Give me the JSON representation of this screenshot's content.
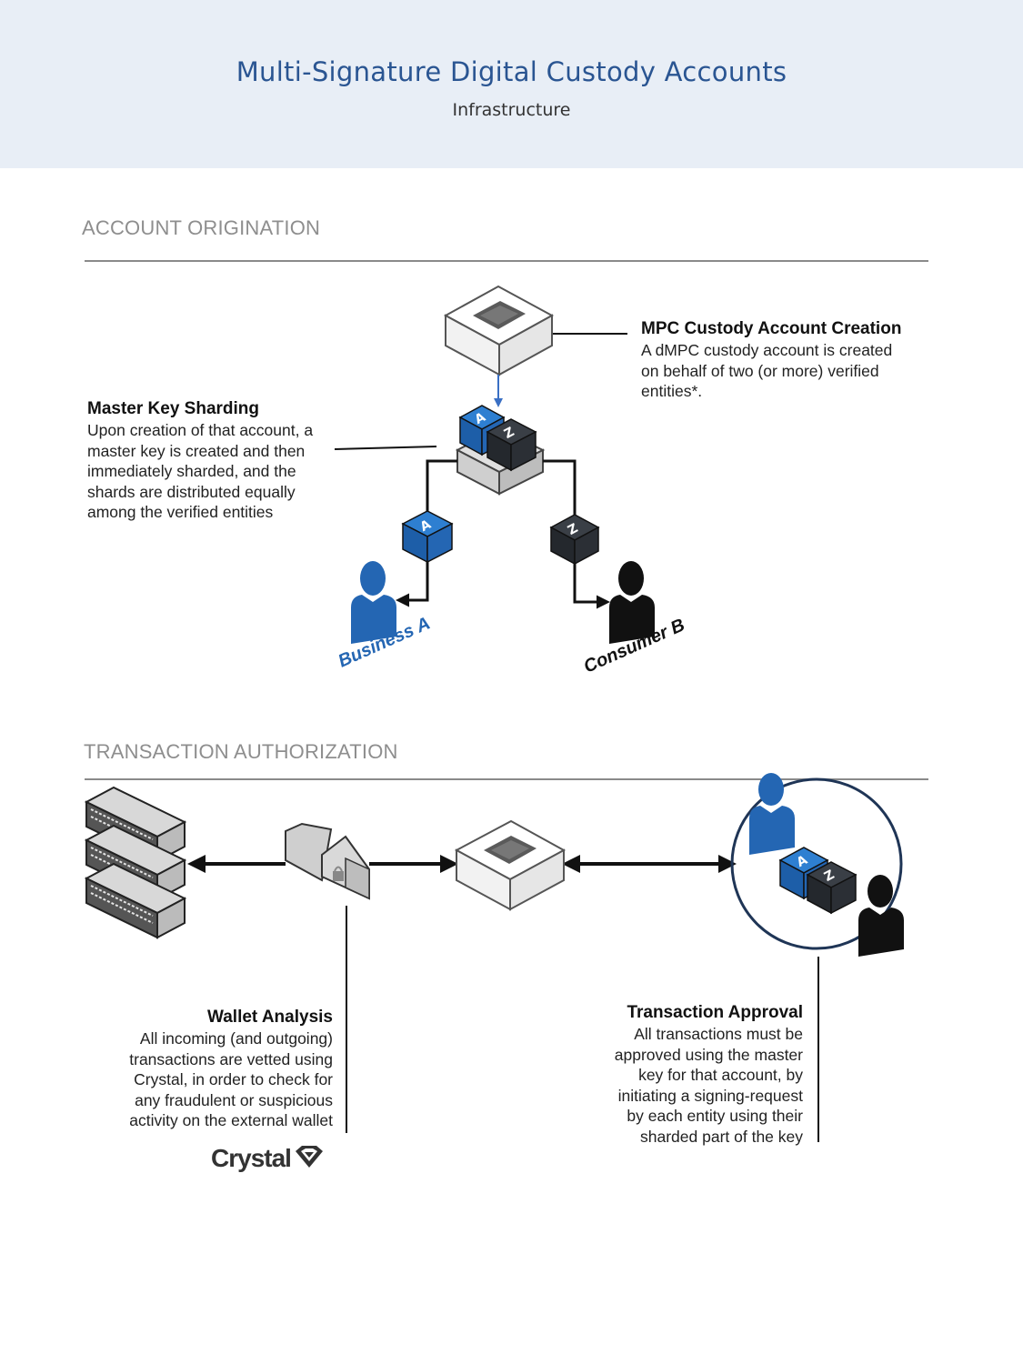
{
  "header": {
    "title": "Multi-Signature Digital Custody Accounts",
    "subtitle": "Infrastructure"
  },
  "sections": {
    "origination": "ACCOUNT ORIGINATION",
    "authorization": "TRANSACTION AUTHORIZATION"
  },
  "mpc_creation": {
    "heading": "MPC Custody Account Creation",
    "body": "A dMPC custody account is created\non behalf of two (or more) verified\nentities*."
  },
  "sharding": {
    "heading": "Master Key Sharding",
    "body": "Upon creation of that account, a\nmaster key is created and then\nimmediately sharded, and the\nshards are distributed equally\namong the verified entities"
  },
  "entities": {
    "a": "Business A",
    "b": "Consumer B"
  },
  "shard_letters": {
    "a": "A",
    "b": "Z"
  },
  "wallet_analysis": {
    "heading": "Wallet Analysis",
    "body": "All incoming (and outgoing)\ntransactions are vetted using\nCrystal, in order to check for\nany fraudulent or suspicious\nactivity on the external wallet"
  },
  "transaction_approval": {
    "heading": "Transaction Approval",
    "body": "All transactions must be\napproved using the master\nkey for that account, by\ninitiating a signing-request\nby each entity using their\nsharded part of the key"
  },
  "logo": {
    "text": "Crystal"
  },
  "icons": {
    "wallet_box": "wallet-box-icon",
    "key_cube_a": "cube-a-icon",
    "key_cube_z": "cube-z-icon",
    "person": "person-icon",
    "server_stack": "server-stack-icon",
    "lock_gateway": "lock-gateway-icon"
  },
  "colors": {
    "title_blue": "#2a5592",
    "shard_blue": "#2466b3",
    "shard_dark": "#2b2f35",
    "header_bg": "#e8eef6"
  }
}
